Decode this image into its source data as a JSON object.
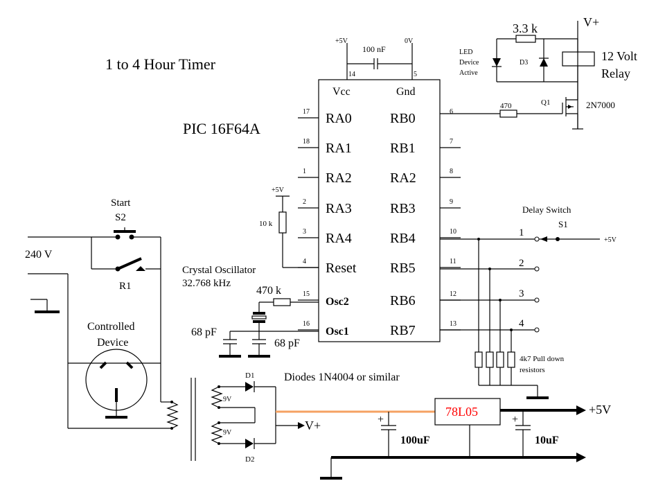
{
  "title": "1 to 4 Hour Timer",
  "chip": {
    "name": "PIC 16F64A",
    "vcc": "Vcc",
    "gnd": "Gnd",
    "pin_vcc": "14",
    "pin_gnd": "5",
    "left_pins": [
      {
        "num": "17",
        "label": "RA0"
      },
      {
        "num": "18",
        "label": "RA1"
      },
      {
        "num": "1",
        "label": "RA2"
      },
      {
        "num": "2",
        "label": "RA3"
      },
      {
        "num": "3",
        "label": "RA4"
      },
      {
        "num": "4",
        "label": "Reset"
      },
      {
        "num": "15",
        "label": "Osc2"
      },
      {
        "num": "16",
        "label": "Osc1"
      }
    ],
    "right_pins": [
      {
        "num": "6",
        "label": "RB0"
      },
      {
        "num": "7",
        "label": "RB1"
      },
      {
        "num": "8",
        "label": "RA2"
      },
      {
        "num": "9",
        "label": "RB3"
      },
      {
        "num": "10",
        "label": "RB4"
      },
      {
        "num": "11",
        "label": "RB5"
      },
      {
        "num": "12",
        "label": "RB6"
      },
      {
        "num": "13",
        "label": "RB7"
      }
    ]
  },
  "decoupling": {
    "plus5v": "+5V",
    "cap": "100 nF",
    "zero_v": "0V"
  },
  "relay_section": {
    "resistor": "3.3 k",
    "vplus": "V+",
    "led_label": [
      "LED",
      "Device",
      "Active"
    ],
    "d3": "D3",
    "relay": [
      "12 Volt",
      "Relay"
    ],
    "gate_resistor": "470",
    "q1": "Q1",
    "fet": "2N7000"
  },
  "reset": {
    "plus5v": "+5V",
    "resistor": "10 k"
  },
  "oscillator": {
    "label": [
      "Crystal Oscillator",
      "32.768 kHz"
    ],
    "resistor": "470 k",
    "cap1": "68 pF",
    "cap2": "68 pF"
  },
  "delay_switch": {
    "label": "Delay Switch",
    "name": "S1",
    "positions": [
      "1",
      "2",
      "3",
      "4"
    ],
    "plus5v": "+5V",
    "pulldown": [
      "4k7 Pull down",
      "resistors"
    ]
  },
  "mains": {
    "start": "Start",
    "s2": "S2",
    "voltage": "240 V",
    "r1": "R1",
    "device": [
      "Controlled",
      "Device"
    ]
  },
  "power_supply": {
    "d1": "D1",
    "d2": "D2",
    "winding1": "9V",
    "winding2": "9V",
    "diodes": "Diodes 1N4004 or similar",
    "vplus": "V+",
    "regulator": "78L05",
    "plus5v": "+5V",
    "cap1": "100uF",
    "cap2": "10uF",
    "cap_plus": "+",
    "regulator_color": "#ff0000",
    "highlight_color": "#f5a262"
  }
}
